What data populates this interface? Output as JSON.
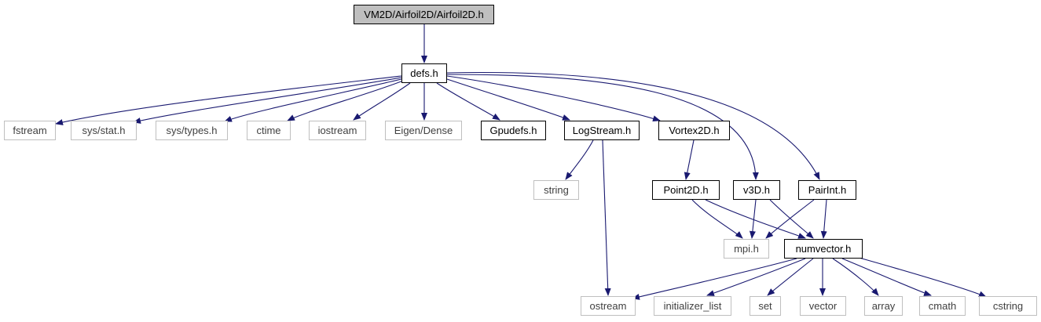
{
  "graph": {
    "colors": {
      "edge": "#191970",
      "root_fill": "#bfbfbf",
      "system_border": "#bfbfbf",
      "local_border": "#000000"
    },
    "nodes": {
      "root": "VM2D/Airfoil2D/Airfoil2D.h",
      "defs": "defs.h",
      "fstream": "fstream",
      "sys_stat": "sys/stat.h",
      "sys_types": "sys/types.h",
      "ctime": "ctime",
      "iostream": "iostream",
      "eigen": "Eigen/Dense",
      "gpudefs": "Gpudefs.h",
      "logstream": "LogStream.h",
      "vortex2d": "Vortex2D.h",
      "string": "string",
      "point2d": "Point2D.h",
      "v3d": "v3D.h",
      "pairint": "PairInt.h",
      "mpi": "mpi.h",
      "numvector": "numvector.h",
      "ostream": "ostream",
      "initializer_list": "initializer_list",
      "set": "set",
      "vector": "vector",
      "array": "array",
      "cmath": "cmath",
      "cstring": "cstring"
    }
  }
}
